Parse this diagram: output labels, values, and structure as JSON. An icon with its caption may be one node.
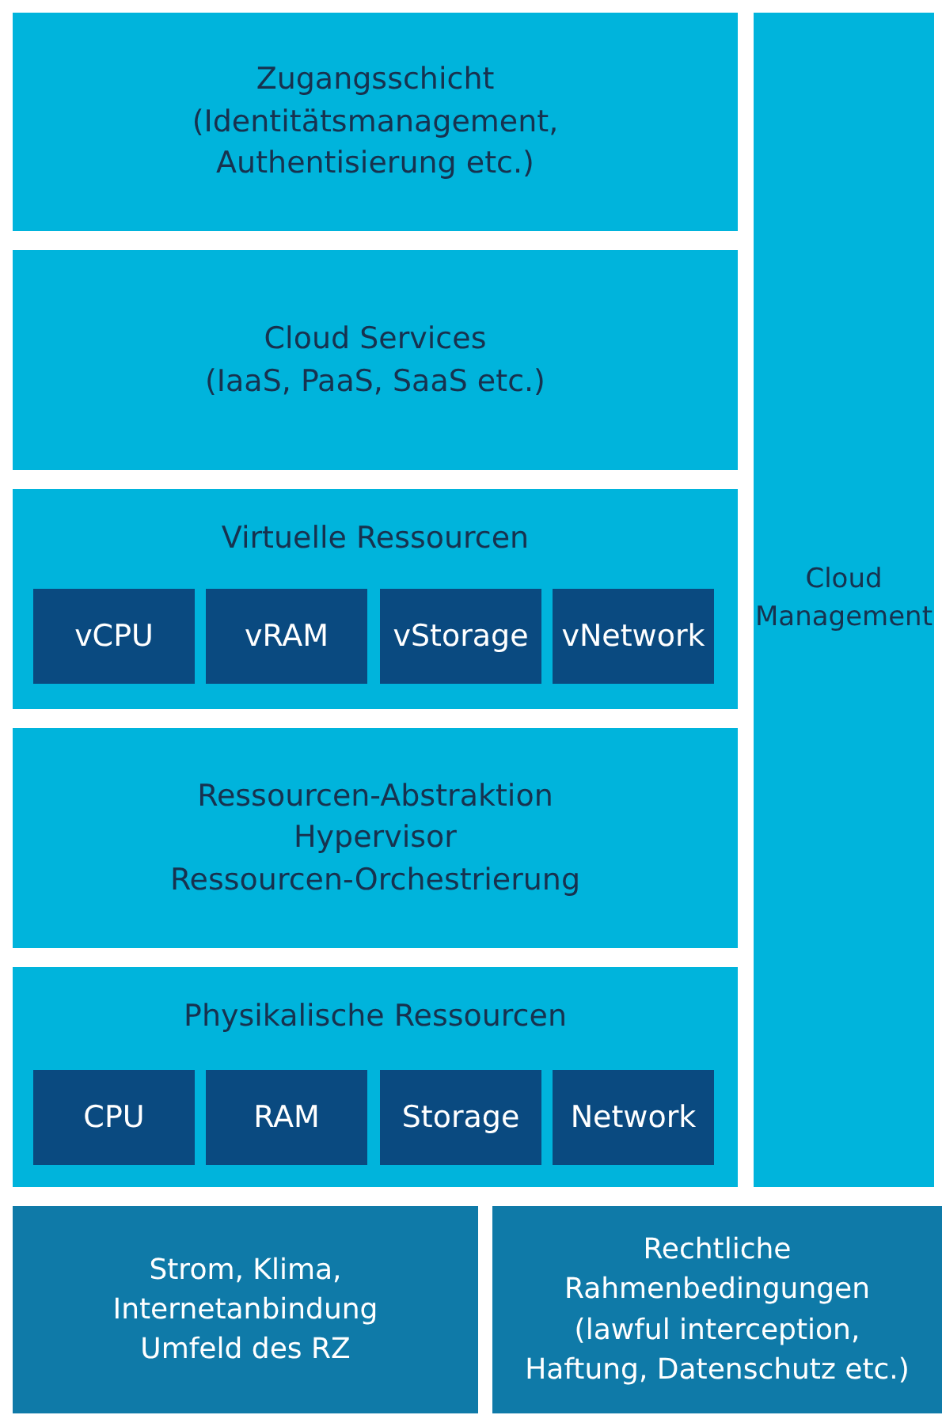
{
  "diagram": {
    "nodes": [
      {
        "text": [
          "Zugangsschicht",
          "(Identitätsmanagement, Authentisierung etc.)"
        ]
      },
      {
        "text": [
          "Cloud Services",
          "(IaaS, PaaS, SaaS etc.)"
        ]
      },
      {
        "text": [
          "Virtuelle Ressourcen"
        ]
      },
      {
        "text": [
          "vCPU"
        ],
        "in": 2
      },
      {
        "text": [
          "vRAM"
        ],
        "in": 2
      },
      {
        "text": [
          "vStorage"
        ],
        "in": 2
      },
      {
        "text": [
          "vNetwork"
        ],
        "in": 2
      },
      {
        "text": [
          "Ressourcen-Abstraktion",
          "Hypervisor",
          "Ressourcen-Orchestrierung"
        ]
      },
      {
        "text": [
          "Physikalische Ressourcen"
        ]
      },
      {
        "text": [
          "CPU"
        ],
        "in": 8
      },
      {
        "text": [
          "RAM"
        ],
        "in": 8
      },
      {
        "text": [
          "Storage"
        ],
        "in": 8
      },
      {
        "text": [
          "Network"
        ],
        "in": 8
      },
      {
        "text": [
          "Cloud Management"
        ]
      },
      {
        "text": [
          "Strom, Klima, Internetanbindung Umfeld des RZ"
        ]
      },
      {
        "text": [
          "Rechtliche Rahmenbedingungen",
          "(lawful interception, Haftung, Datenschutz etc.)"
        ]
      }
    ]
  }
}
